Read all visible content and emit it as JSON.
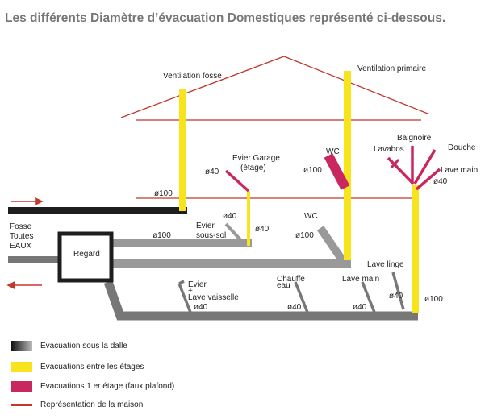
{
  "title": "Les différents Diamètre d’évacuation Domestiques représenté ci-dessous.",
  "labels": {
    "ventilation_fosse": "Ventilation fosse",
    "ventilation_primaire": "Ventilation primaire",
    "evier_garage_1": "Evier Garage",
    "evier_garage_2": "(étage)",
    "wc_top": "WC",
    "lavabos": "Lavabos",
    "baignoire": "Baignoire",
    "douche": "Douche",
    "lave_main_top": "Lave main",
    "fosse_1": "Fosse",
    "fosse_2": "Toutes",
    "fosse_3": "EAUX",
    "regard": "Regard",
    "evier_ss_1": "Evier",
    "evier_ss_2": "sous-sol",
    "wc_bottom": "WC",
    "lave_linge": "Lave linge",
    "evier_lv_1": "Evier",
    "evier_lv_plus": "+",
    "evier_lv_2": "Lave vaisselle",
    "chauffe_1": "Chauffe",
    "chauffe_2": "eau",
    "lave_main_bottom": "Lave main",
    "d100": "ø100",
    "d40": "ø40"
  },
  "legend": [
    {
      "label": "Evacuation sous la dalle",
      "color": "#1e1e1e"
    },
    {
      "label": "Evacuations entre les étages",
      "color": "#f7e41c"
    },
    {
      "label": "Evacuations 1 er étage (faux plafond)",
      "color": "#c8285f"
    },
    {
      "label": "Représentation de la maison",
      "color": "#c0392b"
    }
  ]
}
